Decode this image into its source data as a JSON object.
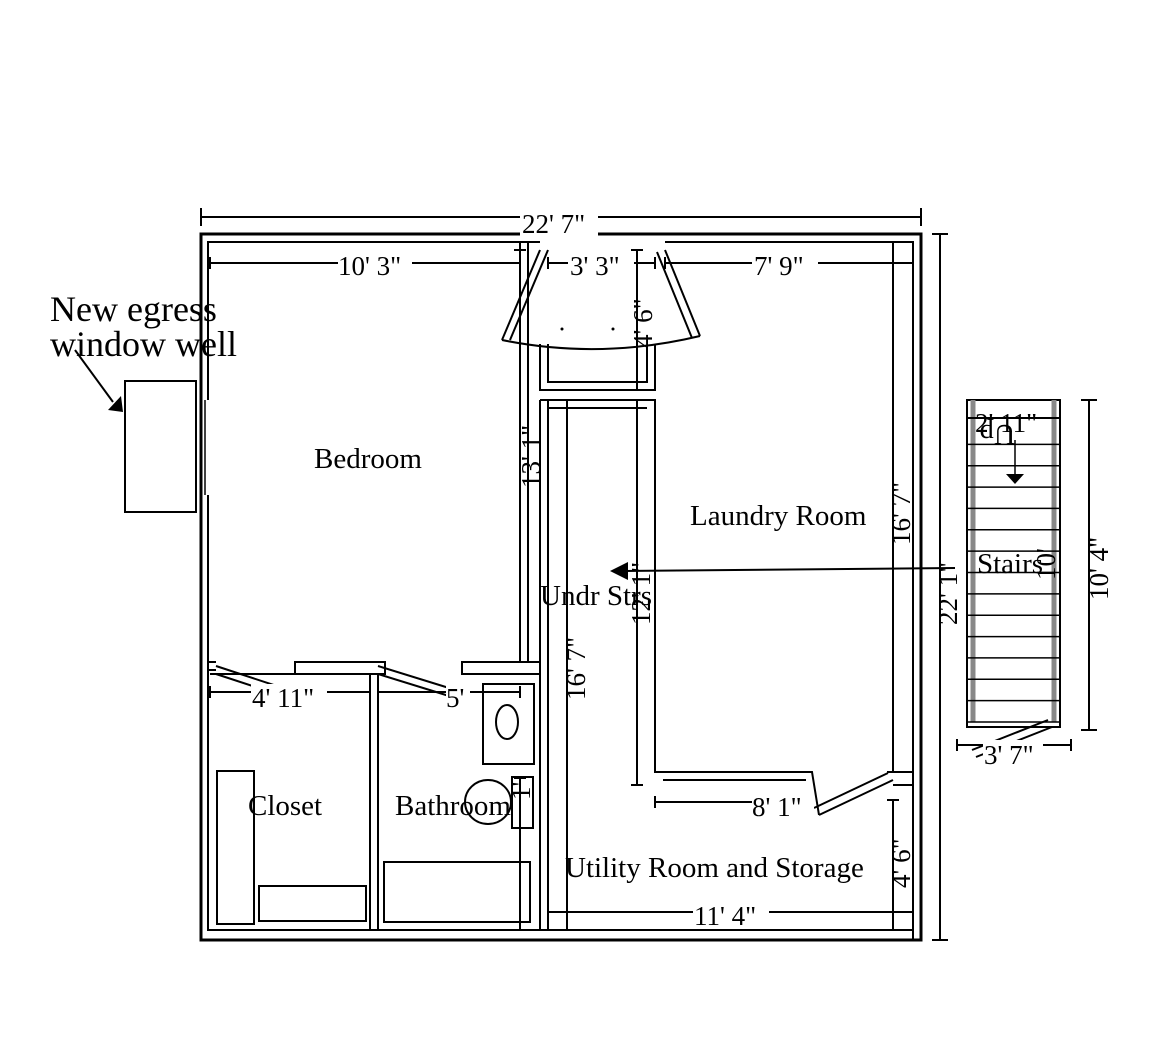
{
  "note": {
    "line1": "New egress",
    "line2": "window well"
  },
  "rooms": {
    "bedroom": "Bedroom",
    "laundry": "Laundry Room",
    "under_stairs": "Undr Strs",
    "closet": "Closet",
    "bathroom": "Bathroom",
    "utility": "Utility Room and Storage",
    "stairs": "Stairs",
    "up": "Up"
  },
  "dimensions": {
    "overall_width": "22' 7\"",
    "overall_height": "22' 1\"",
    "bedroom_width": "10' 3\"",
    "hall_width": "3' 3\"",
    "hall_depth": "4' 6\"",
    "laundry_width": "7' 9\"",
    "bedroom_height": "13' 1\"",
    "laundry_height": "16' 7\"",
    "under_stairs_height": "12' 1\"",
    "under_stairs_run": "16' 7\"",
    "closet_width": "4' 11\"",
    "bathroom_width": "5'",
    "vanity": "1'",
    "laundry_bottom": "8' 1\"",
    "utility_depth": "4' 6\"",
    "utility_width": "11' 4\"",
    "stairs_top": "2' 11\"",
    "stairs_width": "3' 7\"",
    "stairs_length": "10' 4\"",
    "stairs_inner": "10'"
  }
}
